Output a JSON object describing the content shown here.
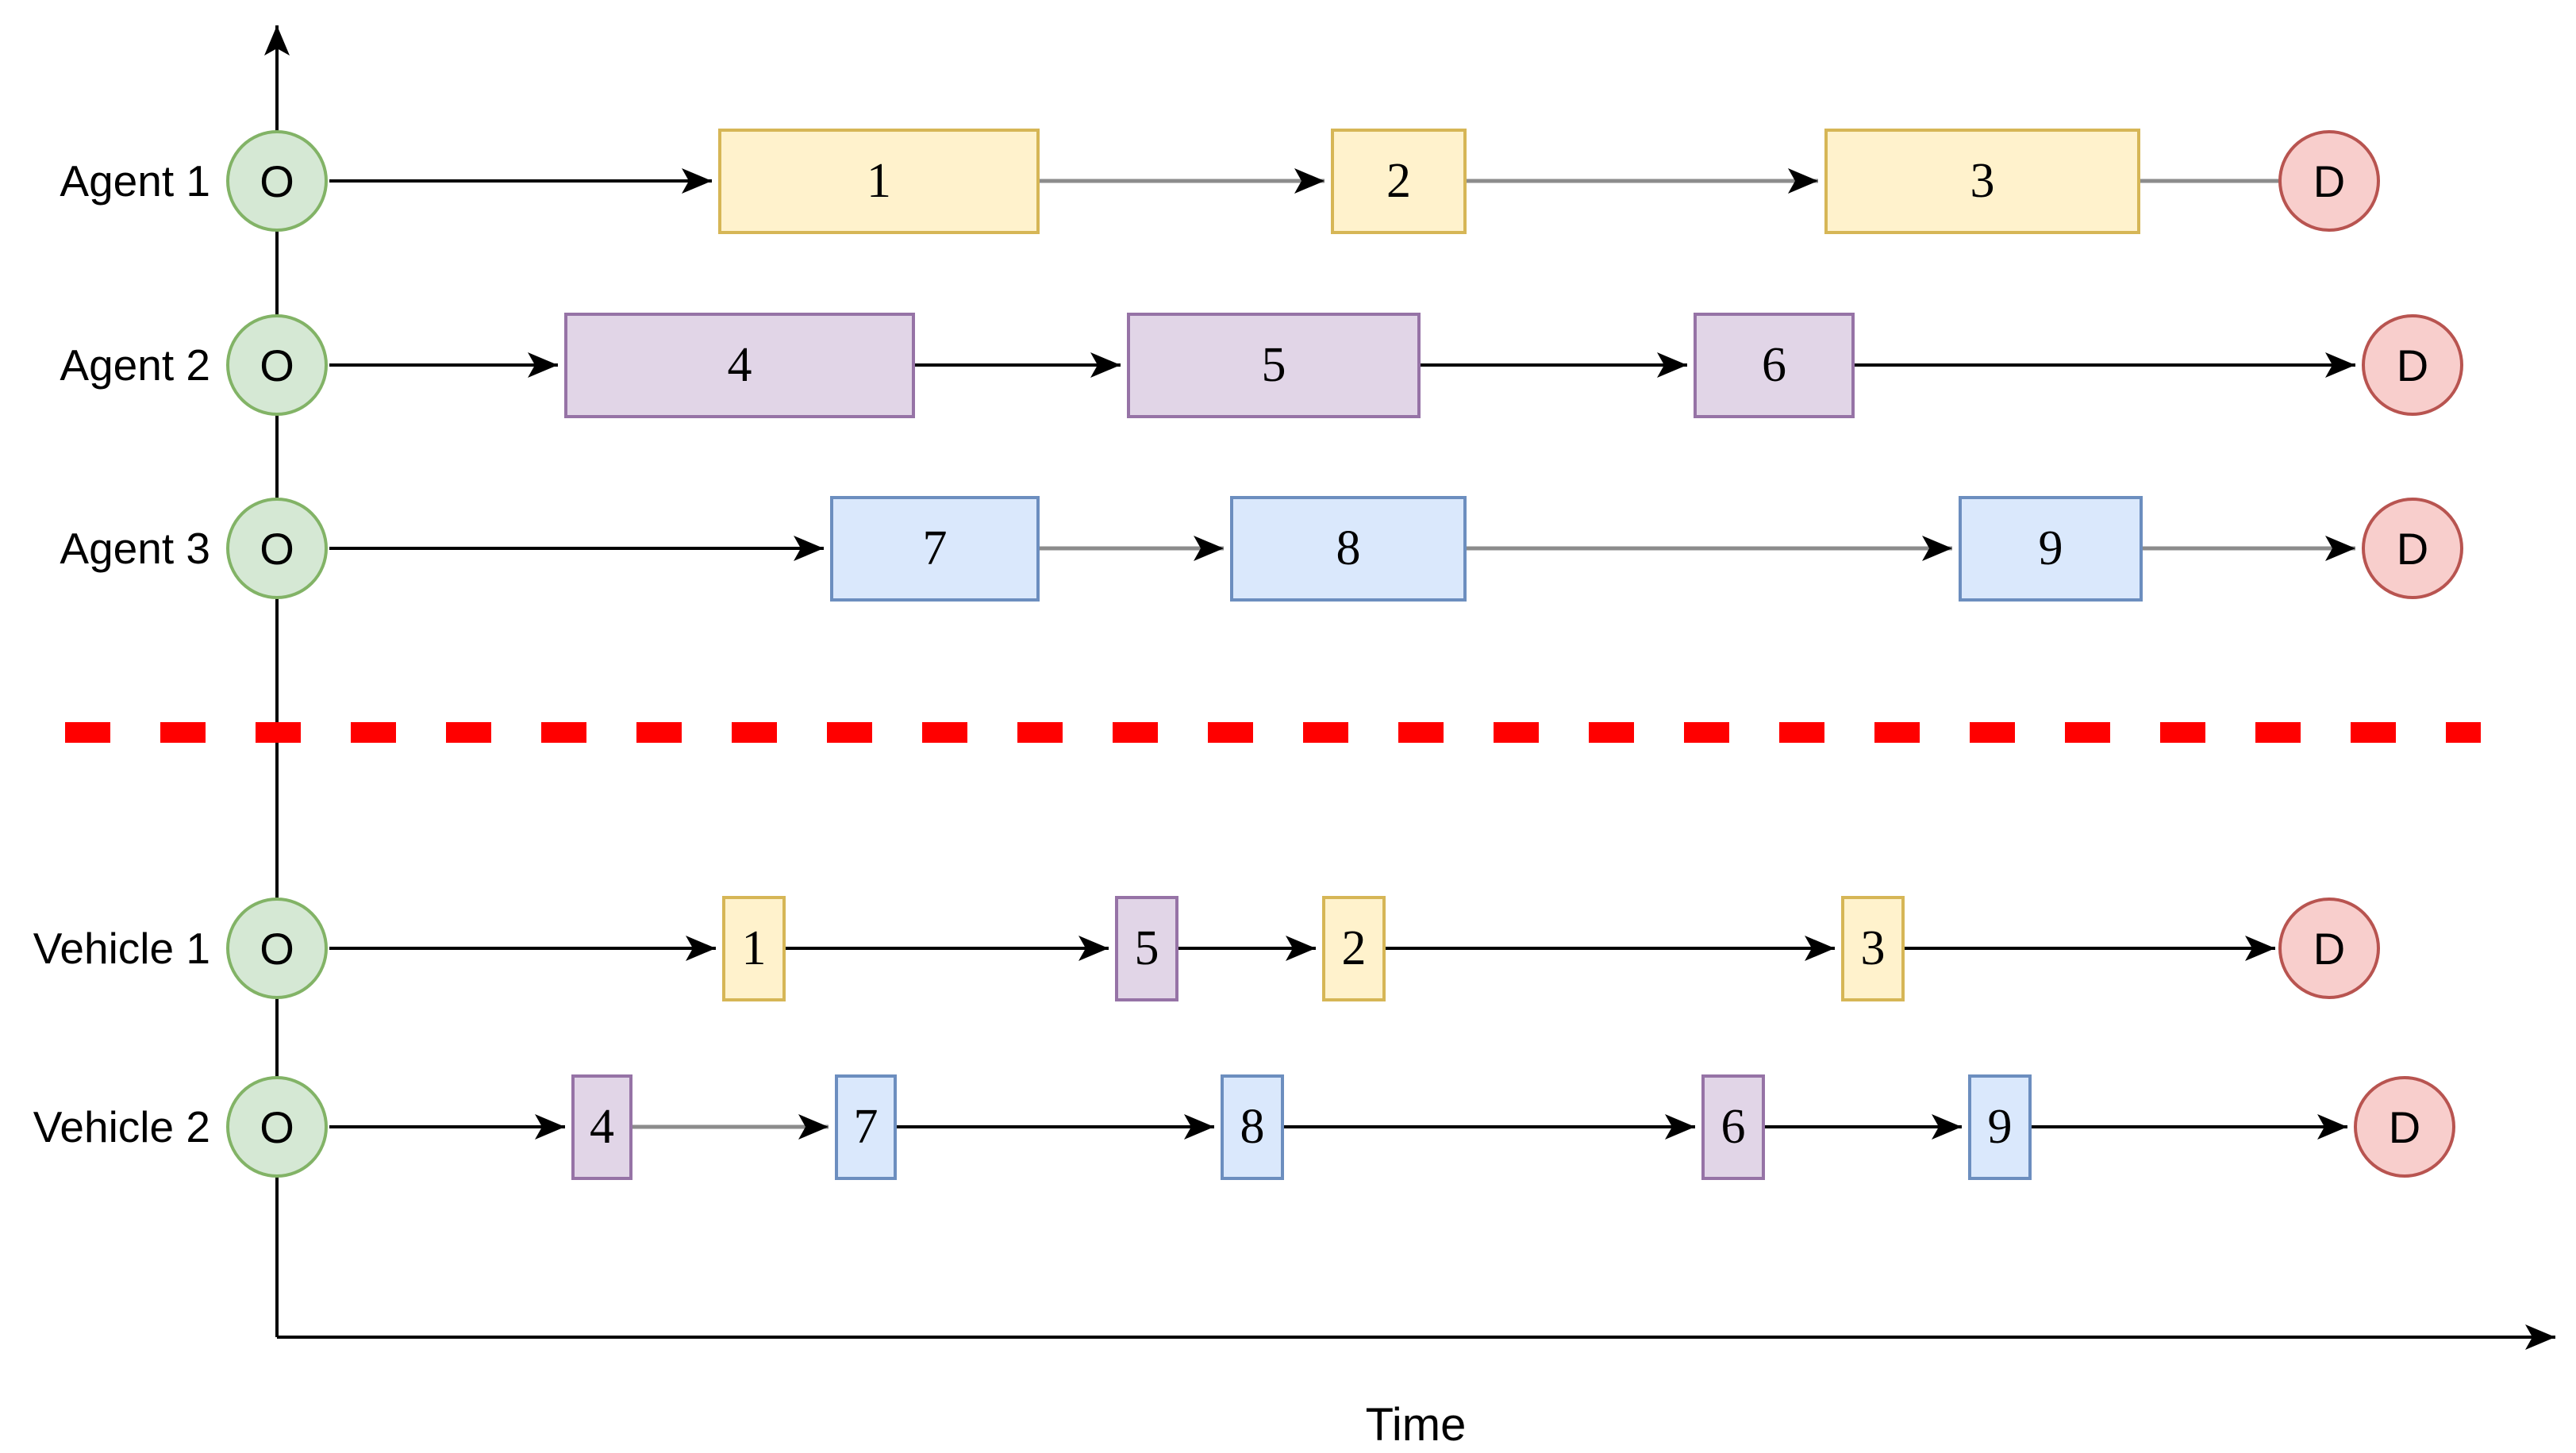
{
  "axes": {
    "time_label": "Time"
  },
  "colors": {
    "origin_fill": "#d5e8d4",
    "origin_stroke": "#82b366",
    "destination_fill": "#f8cecc",
    "destination_stroke": "#b85450",
    "task_yellow_fill": "#fff2cc",
    "task_yellow_stroke": "#d6b656",
    "task_purple_fill": "#e1d5e7",
    "task_purple_stroke": "#9673a6",
    "task_blue_fill": "#dae8fc",
    "task_blue_stroke": "#6c8ebf",
    "divider_red": "#ff0000",
    "connector_black": "#000000",
    "connector_gray": "#8c8c8c"
  },
  "rows": [
    {
      "label": "Agent 1",
      "origin": "O",
      "destination": "D",
      "tasks": [
        {
          "id": "1",
          "color": "yellow"
        },
        {
          "id": "2",
          "color": "yellow"
        },
        {
          "id": "3",
          "color": "yellow"
        }
      ]
    },
    {
      "label": "Agent 2",
      "origin": "O",
      "destination": "D",
      "tasks": [
        {
          "id": "4",
          "color": "purple"
        },
        {
          "id": "5",
          "color": "purple"
        },
        {
          "id": "6",
          "color": "purple"
        }
      ]
    },
    {
      "label": "Agent 3",
      "origin": "O",
      "destination": "D",
      "tasks": [
        {
          "id": "7",
          "color": "blue"
        },
        {
          "id": "8",
          "color": "blue"
        },
        {
          "id": "9",
          "color": "blue"
        }
      ]
    },
    {
      "label": "Vehicle 1",
      "origin": "O",
      "destination": "D",
      "tasks": [
        {
          "id": "1",
          "color": "yellow"
        },
        {
          "id": "5",
          "color": "purple"
        },
        {
          "id": "2",
          "color": "yellow"
        },
        {
          "id": "3",
          "color": "yellow"
        }
      ]
    },
    {
      "label": "Vehicle 2",
      "origin": "O",
      "destination": "D",
      "tasks": [
        {
          "id": "4",
          "color": "purple"
        },
        {
          "id": "7",
          "color": "blue"
        },
        {
          "id": "8",
          "color": "blue"
        },
        {
          "id": "6",
          "color": "purple"
        },
        {
          "id": "9",
          "color": "blue"
        }
      ]
    }
  ]
}
